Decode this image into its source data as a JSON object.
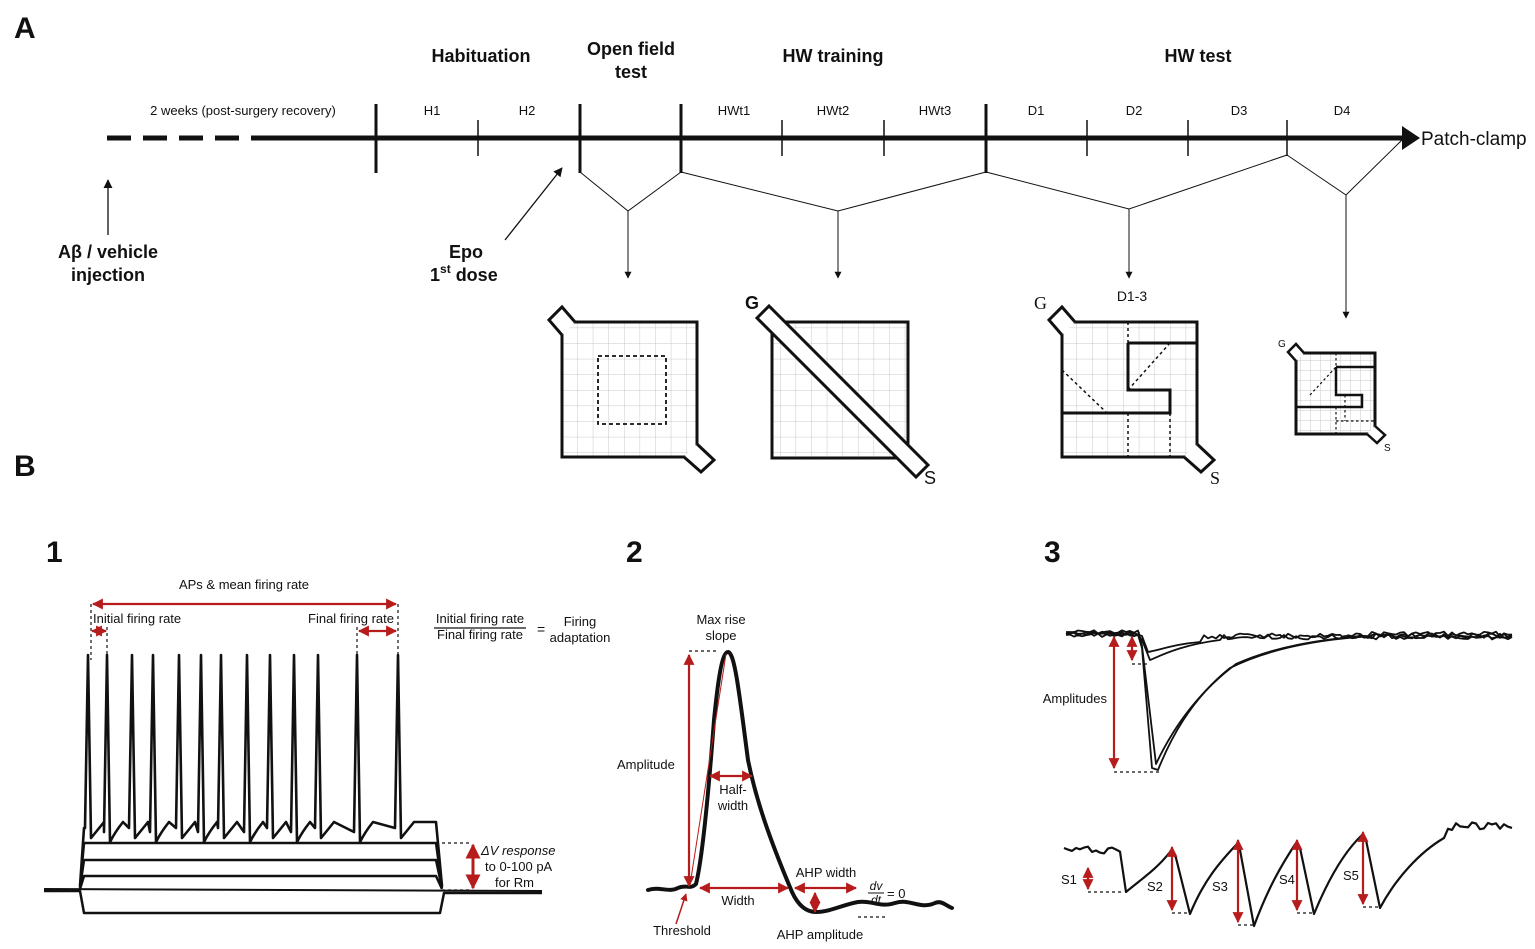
{
  "panels": {
    "a": "A",
    "b": "B",
    "b1": "1",
    "b2": "2",
    "b3": "3"
  },
  "timeline": {
    "recovery": "2 weeks (post-surgery recovery)",
    "phases": {
      "habituation": "Habituation",
      "open_field_1": "Open field",
      "open_field_2": "test",
      "hw_training": "HW training",
      "hw_test": "HW test"
    },
    "sessions": [
      "H1",
      "H2",
      "HWt1",
      "HWt2",
      "HWt3",
      "D1",
      "D2",
      "D3",
      "D4"
    ],
    "end": "Patch-clamp",
    "injection_1": "Aβ / vehicle",
    "injection_2": "injection",
    "epo_1": "Epo",
    "epo_2": "1",
    "epo_sup": "st",
    "epo_3": " dose"
  },
  "mazes": {
    "training_g": "G",
    "training_s": "S",
    "test_label": "D1-3",
    "test_g": "G",
    "test_s": "S",
    "d4_g": "G",
    "d4_s": "S"
  },
  "panel1": {
    "aps": "APs & mean firing rate",
    "initial": "Initial firing rate",
    "final": "Final firing rate",
    "ratio_num": "Initial firing rate",
    "ratio_den": "Final firing rate",
    "eq": "=",
    "adapt_1": "Firing",
    "adapt_2": "adaptation",
    "dv_1": "ΔV response",
    "dv_2": "to 0-100 pA",
    "dv_3": "for Rm"
  },
  "panel2": {
    "max_rise_1": "Max rise",
    "max_rise_2": "slope",
    "amplitude": "Amplitude",
    "half_1": "Half-",
    "half_2": "width",
    "width": "Width",
    "ahp_width": "AHP width",
    "ahp_amp": "AHP amplitude",
    "threshold": "Threshold",
    "dv": "dv",
    "dt": "dt",
    "zero": "= 0"
  },
  "panel3": {
    "amplitudes": "Amplitudes",
    "stims": [
      "S1",
      "S2",
      "S3",
      "S4",
      "S5"
    ]
  }
}
